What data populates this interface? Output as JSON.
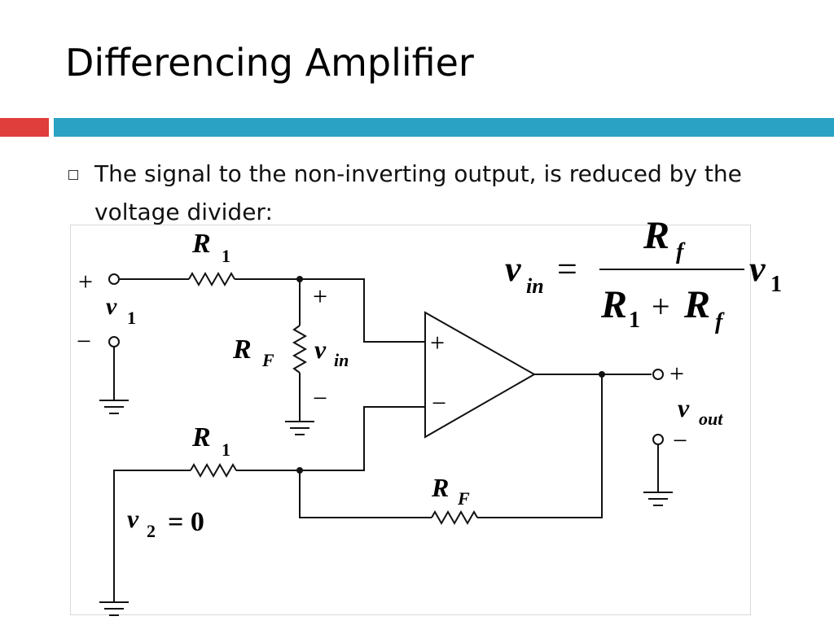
{
  "slide": {
    "title": "Differencing Amplifier",
    "bullet_icon": "hollow-square-icon",
    "bullet_text": "The signal to the non-inverting output, is reduced by the voltage divider:"
  },
  "colors": {
    "accent_red": "#e03d3d",
    "accent_blue": "#2aa2c3"
  },
  "circuit": {
    "labels": {
      "r1_top_main": "R",
      "r1_top_sub": "1",
      "rf_div_main": "R",
      "rf_div_sub": "F",
      "vin_main": "v",
      "vin_sub": "in",
      "v1_main": "v",
      "v1_sub": "1",
      "r1_bottom_main": "R",
      "r1_bottom_sub": "1",
      "v2_main": "v",
      "v2_sub": "2",
      "v2_value": "= 0",
      "rf_fb_main": "R",
      "rf_fb_sub": "F",
      "vout_main": "v",
      "vout_sub": "out",
      "plus": "+",
      "minus": "−"
    }
  },
  "equation": {
    "lhs_main": "v",
    "lhs_sub": "in",
    "equals": "=",
    "num_main": "R",
    "num_sub": "f",
    "den_r1_main": "R",
    "den_r1_sub": "1",
    "den_plus": "+",
    "den_rf_main": "R",
    "den_rf_sub": "f",
    "rhs_main": "v",
    "rhs_sub": "1"
  }
}
